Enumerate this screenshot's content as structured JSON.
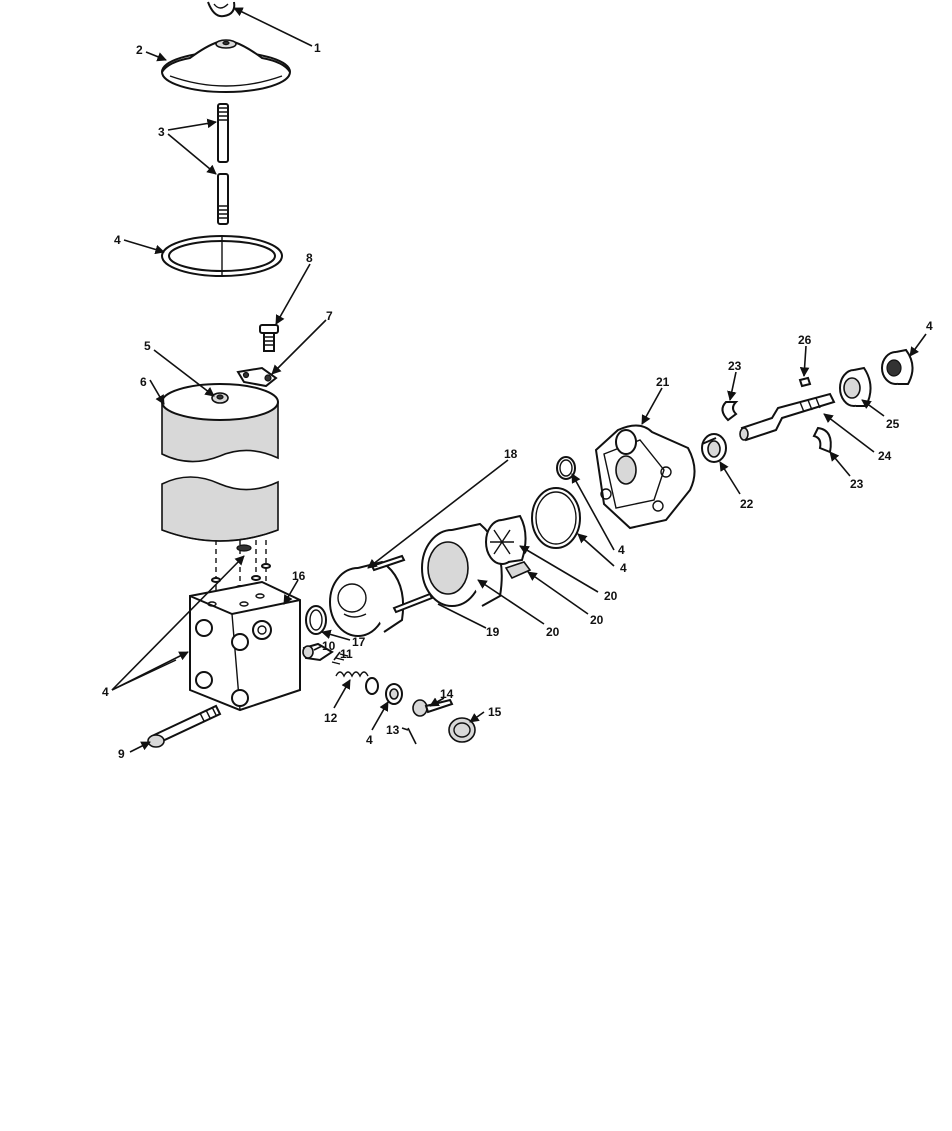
{
  "callouts": {
    "c1": "1",
    "c2": "2",
    "c3": "3",
    "c4a": "4",
    "c4b": "4",
    "c4c": "4",
    "c4d": "4",
    "c4e": "4",
    "c4f": "4",
    "c5": "5",
    "c6": "6",
    "c7": "7",
    "c8": "8",
    "c9": "9",
    "c10": "10",
    "c11": "11",
    "c12": "12",
    "c13": "13",
    "c14": "14",
    "c15": "15",
    "c16": "16",
    "c17": "17",
    "c18": "18",
    "c19": "19",
    "c20a": "20",
    "c20b": "20",
    "c20c": "20",
    "c21": "21",
    "c22": "22",
    "c23a": "23",
    "c23b": "23",
    "c24": "24",
    "c25": "25",
    "c26": "26"
  }
}
